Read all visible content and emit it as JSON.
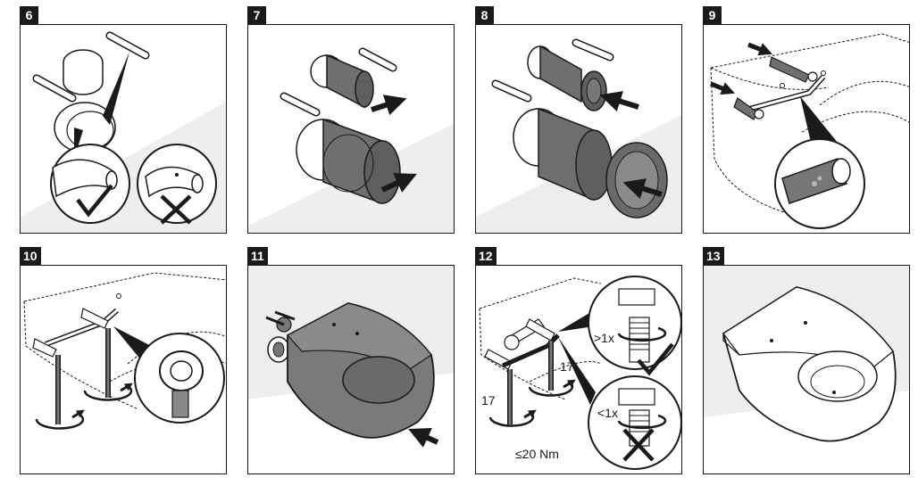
{
  "steps": [
    {
      "number": "6"
    },
    {
      "number": "7"
    },
    {
      "number": "8"
    },
    {
      "number": "9"
    },
    {
      "number": "10"
    },
    {
      "number": "11"
    },
    {
      "number": "12",
      "labels": {
        "more_than_one": ">1x",
        "less_than_one": "<1x",
        "wrench_left": "17",
        "wrench_right": "17",
        "torque": "≤20 Nm"
      }
    },
    {
      "number": "13"
    }
  ],
  "colors": {
    "ink": "#1a1a1a",
    "wall": "#eeeeee",
    "gray_part": "#777777",
    "dark_part": "#5f5f5f"
  }
}
